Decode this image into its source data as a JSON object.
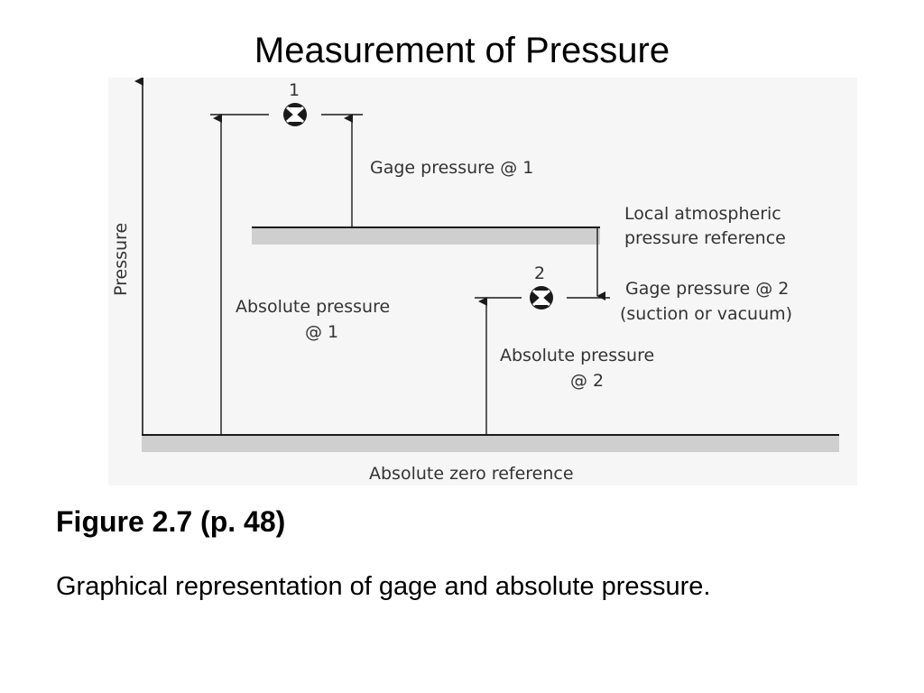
{
  "slide": {
    "title": "Measurement of Pressure"
  },
  "diagram": {
    "y_axis_label": "Pressure",
    "gauge_1_number": "1",
    "gauge_2_number": "2",
    "gage_pressure_1": "Gage pressure @ 1",
    "local_atm_line1": "Local atmospheric",
    "local_atm_line2": "pressure reference",
    "gage_pressure_2_line1": "Gage pressure @ 2",
    "gage_pressure_2_line2": "(suction or vacuum)",
    "absolute_pressure_1_line1": "Absolute pressure",
    "absolute_pressure_1_line2": "@ 1",
    "absolute_pressure_2_line1": "Absolute pressure",
    "absolute_pressure_2_line2": "@ 2",
    "absolute_zero": "Absolute zero reference",
    "colors": {
      "panel_background": "#f6f6f6",
      "reference_band": "#cfcfcf",
      "line": "#1a1a1a"
    }
  },
  "caption": {
    "heading": "Figure 2.7 (p. 48)",
    "body": "Graphical representation of gage and absolute pressure."
  }
}
